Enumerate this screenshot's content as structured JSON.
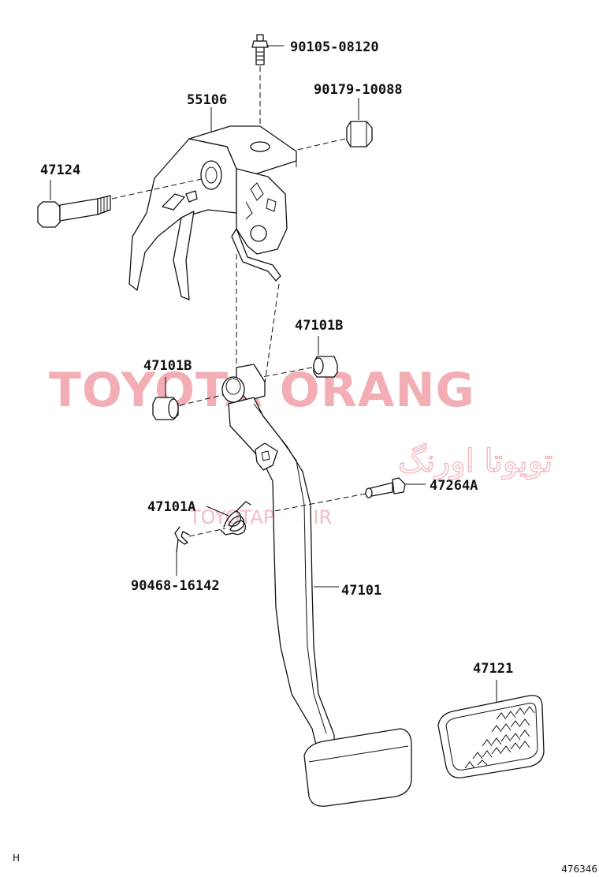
{
  "watermark": {
    "brand": "TOYOTA ORANG",
    "brand_fa": "تویوتا اورنگ",
    "site": "TOYOTAPART.IR"
  },
  "parts": {
    "p90105": "90105-08120",
    "p90179": "90179-10088",
    "p55106": "55106",
    "p47124": "47124",
    "p47101b_right": "47101B",
    "p47101b_left": "47101B",
    "p47264a": "47264A",
    "p47101a": "47101A",
    "p90468": "90468-16142",
    "p47101": "47101",
    "p47121": "47121"
  },
  "corner": {
    "left": "H",
    "right": "476346"
  },
  "colors": {
    "line": "#111111",
    "watermark": "#f2aeb4"
  }
}
